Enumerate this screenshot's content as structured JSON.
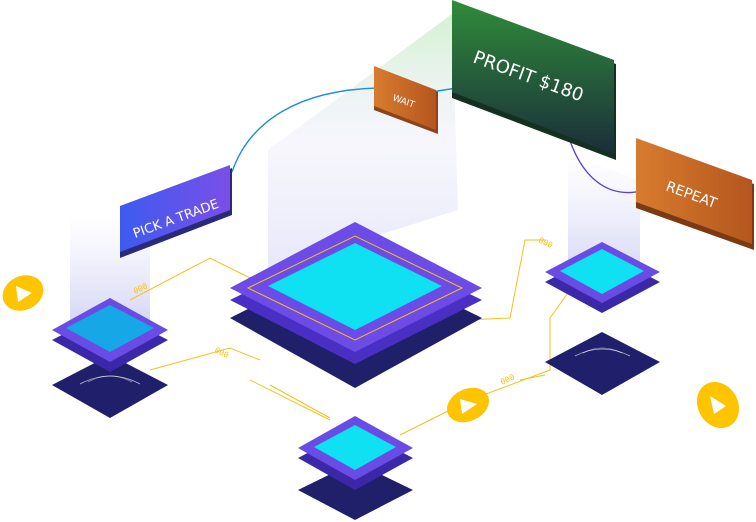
{
  "signs": {
    "pick": "PICK A TRADE",
    "wait": "WAIT",
    "profit": "PROFIT $180",
    "repeat": "REPEAT"
  },
  "connector_labels": {
    "left": "000",
    "middle": "000",
    "right_top": "000",
    "right_bottom": "000"
  },
  "colors": {
    "platform_face": "#0fe0f2",
    "platform_rim": "#5a3bd6",
    "platform_base": "#20206a",
    "circuit_line": "#f3c21a",
    "play_icon": "#ffc400",
    "pick_sign": "#4a63f0",
    "wait_sign": "#c4672b",
    "profit_sign": "#1f6b2f",
    "repeat_sign": "#c56a24"
  },
  "icons": [
    "play-icon",
    "play-icon",
    "play-icon"
  ]
}
